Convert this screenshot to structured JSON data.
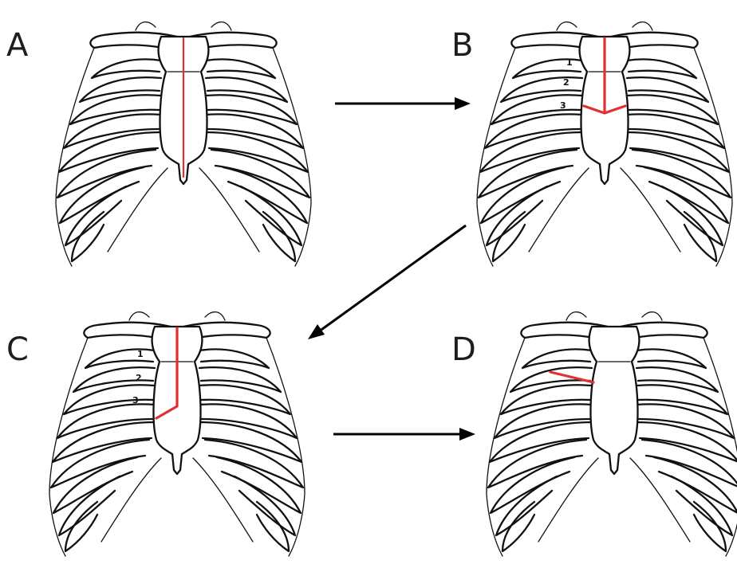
{
  "colors": {
    "ink": "#111111",
    "cut_line": "#e03030",
    "arrow": "#000000",
    "background": "#ffffff"
  },
  "panels": [
    {
      "label": "A",
      "rib_numbers": [],
      "cut": "median-sternotomy"
    },
    {
      "label": "B",
      "rib_numbers": [
        "1",
        "2",
        "3"
      ],
      "cut": "upper-partial-sternotomy-inverted-t"
    },
    {
      "label": "C",
      "rib_numbers": [
        "1",
        "2",
        "3"
      ],
      "cut": "upper-partial-sternotomy-j"
    },
    {
      "label": "D",
      "rib_numbers": [],
      "cut": "right-anterior-thoracotomy"
    }
  ],
  "arrows": [
    {
      "from": "A",
      "to": "B"
    },
    {
      "from": "B",
      "to": "C"
    },
    {
      "from": "C",
      "to": "D"
    }
  ]
}
